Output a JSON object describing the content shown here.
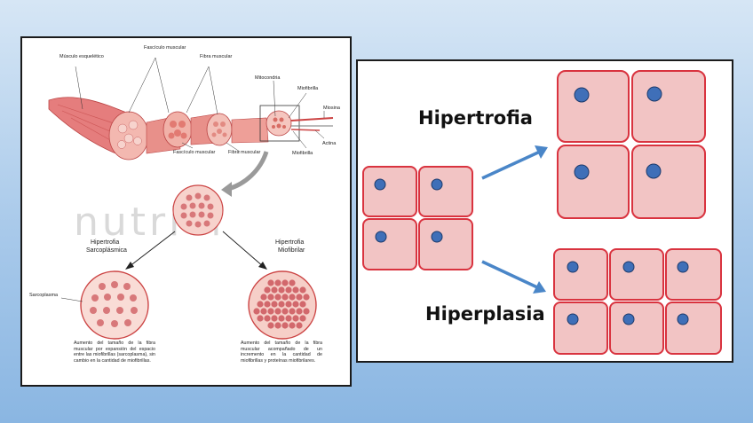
{
  "left_diagram": {
    "labels": {
      "musculo": "Músculo esquelético",
      "fasciculo_top": "Fascículo muscular",
      "fibra_top": "Fibra muscular",
      "mitocondria": "Mitocondria",
      "miofibrilla_top": "Miofibrilla",
      "miosina": "Miosina",
      "actina": "Actina",
      "miofibrilla_bottom": "Miofibrilla",
      "fasciculo_bottom": "Fascículo muscular",
      "fibra_bottom": "Fibra muscular",
      "sarcoplasma": "Sarcoplasma"
    },
    "watermark": "nutriol",
    "branches": {
      "sarco_title": "Hipertrofia Sarcoplásmica",
      "miofib_title": "Hipertrofia Miofibrilar",
      "sarco_desc": "Aumento del tamaño de la fibra muscular por expansión del espacio entre las miofibrillas (sarcoplasma), sin cambio en la cantidad de miofibrillas.",
      "miofib_desc": "Aumento del tamaño de la fibra muscular acompañado de un incremento en la cantidad de miofibrillas y proteínas miofibrilares."
    }
  },
  "right_diagram": {
    "hipertrofia": "Hipertrofia",
    "hiperplasia": "Hiperplasia"
  },
  "colors": {
    "cell_fill": "#f2c4c4",
    "cell_border": "#d9333f",
    "nucleus": "#3f6fb8",
    "arrow": "#4a86c8",
    "muscle": "#e88b8b"
  }
}
